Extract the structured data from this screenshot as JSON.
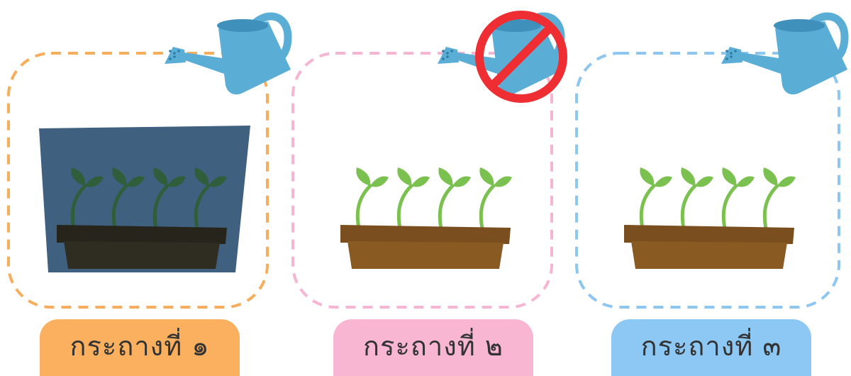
{
  "pots": [
    {
      "label": "กระถางที่ ๑",
      "border_color": "#F7AE5C",
      "label_color": "#FBB05F",
      "shaded": true,
      "watered": true,
      "plant_icon": "seedling-icon",
      "can_icon": "watering-can-icon"
    },
    {
      "label": "กระถางที่ ๒",
      "border_color": "#F6B5D2",
      "label_color": "#F8B6D3",
      "shaded": false,
      "watered": false,
      "plant_icon": "seedling-icon",
      "can_icon": "watering-can-icon",
      "overlay_icon": "no-symbol-icon"
    },
    {
      "label": "กระถางที่ ๓",
      "border_color": "#8DC6F0",
      "label_color": "#8DC8F4",
      "shaded": false,
      "watered": true,
      "plant_icon": "seedling-icon",
      "can_icon": "watering-can-icon"
    }
  ],
  "colors": {
    "leaf": "#7BC14F",
    "leaf_shaded": "#2E5E3A",
    "pot": "#8A5A23",
    "pot_rim": "#7A4E1E",
    "pot_shaded": "#2F2D22",
    "shade_box": "#40607F",
    "can": "#5AAED6",
    "prohibit": "#EE2E32"
  }
}
